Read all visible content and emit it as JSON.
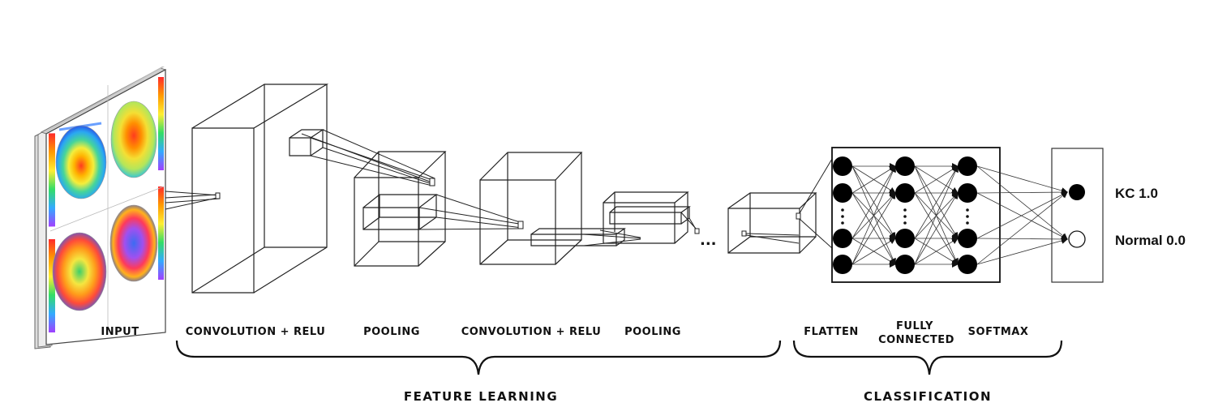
{
  "labels": {
    "input": "INPUT",
    "conv1": "CONVOLUTION + RELU",
    "pool1": "POOLING",
    "conv2": "CONVOLUTION + RELU",
    "pool2": "POOLING",
    "flatten": "FLATTEN",
    "fully_connected_line1": "FULLY",
    "fully_connected_line2": "CONNECTED",
    "softmax": "SOFTMAX",
    "ellipsis": "...",
    "feature_learning": "FEATURE LEARNING",
    "classification": "CLASSIFICATION"
  },
  "outputs": [
    {
      "label": "KC 1.0",
      "filled": true
    },
    {
      "label": "Normal 0.0",
      "filled": false
    }
  ],
  "colors": {
    "stroke": "#222222",
    "neuron": "#000000",
    "text": "#111111"
  }
}
